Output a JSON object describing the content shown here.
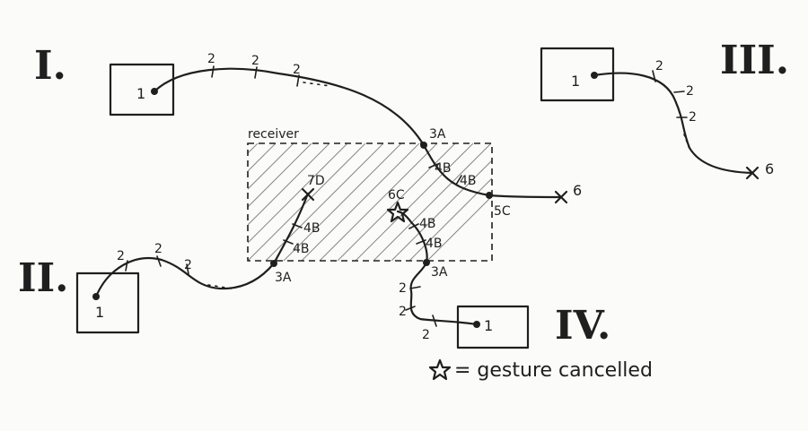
{
  "sections": {
    "I": {
      "roman": "I."
    },
    "II": {
      "roman": "II."
    },
    "III": {
      "roman": "III."
    },
    "IV": {
      "roman": "IV."
    }
  },
  "receiver": {
    "label": "receiver"
  },
  "legend": {
    "text": "= gesture cancelled"
  },
  "path_I": {
    "start": "1",
    "ticks": [
      "2",
      "2",
      "2",
      "4B",
      "4B"
    ],
    "enter": "3A",
    "exit": "5C",
    "end": "6"
  },
  "path_II": {
    "start": "1",
    "ticks": [
      "2",
      "2",
      "2",
      "4B",
      "4B"
    ],
    "enter": "3A",
    "end": "7D"
  },
  "path_III": {
    "start": "1",
    "ticks": [
      "2",
      "2",
      "2"
    ],
    "end": "6"
  },
  "path_IV": {
    "start": "1",
    "ticks": [
      "2",
      "2",
      "2",
      "4B",
      "4B"
    ],
    "enter": "3A",
    "end": "6C"
  }
}
